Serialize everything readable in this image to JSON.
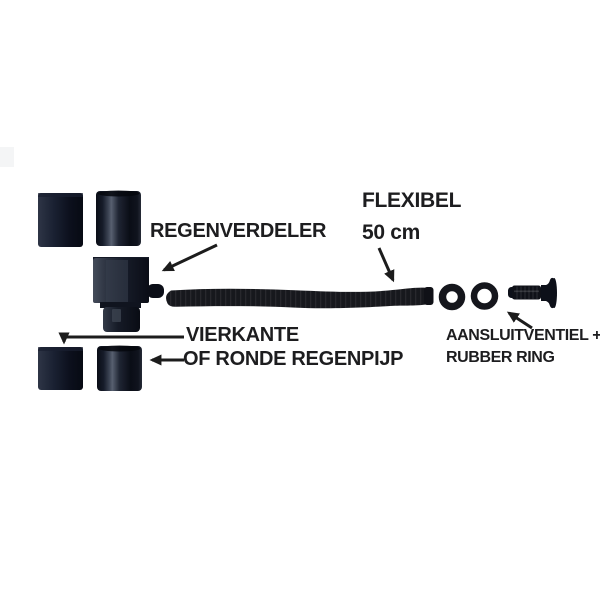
{
  "labels": {
    "regenverdeler": "REGENVERDELER",
    "flexibel": "FLEXIBEL",
    "flexibel_size": "50 cm",
    "pipe_line1": "VIERKANTE",
    "pipe_line2": "OF RONDE REGENPIJP",
    "valve_line1": "AANSLUITVENTIEL +",
    "valve_line2": "RUBBER RING"
  },
  "colors": {
    "background": "#ffffff",
    "text": "#1d1d1f",
    "arrow": "#1c1c1c",
    "part_black": "#15161c",
    "pipe_dark_navy": "#0c101d",
    "pipe_highlight": "#586070"
  },
  "parts": [
    "square-downpipe-top",
    "round-downpipe-top",
    "rain-diverter",
    "square-downpipe-bottom",
    "round-downpipe-bottom",
    "flexible-hose",
    "rubber-ring-1",
    "rubber-ring-2",
    "connection-valve"
  ]
}
